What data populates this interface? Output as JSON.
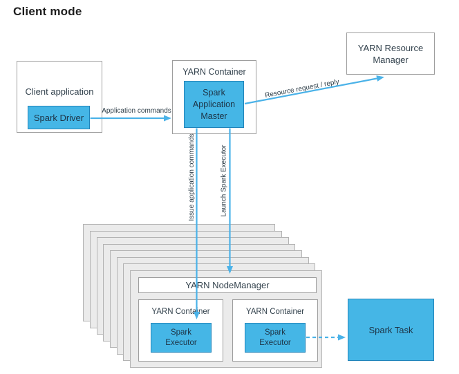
{
  "title": "Client mode",
  "client_app": {
    "title": "Client application",
    "driver_label": "Spark Driver"
  },
  "top_container": {
    "title": "YARN Container",
    "master_label": "Spark Application Master"
  },
  "resource_manager": {
    "title": "YARN Resource Manager"
  },
  "arrow_labels": {
    "application_commands": "Application commands",
    "resource_request": "Resource request / reply",
    "issue_commands": "Issue application commands",
    "launch_executor": "Launch Spark Executor"
  },
  "node_stack": {
    "node_manager_label": "YARN NodeManager",
    "stacked_sheet_count": 8,
    "containers": [
      {
        "title": "YARN Container",
        "executor_label": "Spark Executor"
      },
      {
        "title": "YARN Container",
        "executor_label": "Spark Executor"
      }
    ]
  },
  "spark_task": {
    "label": "Spark Task"
  },
  "colors": {
    "accent_blue_fill": "#45b6e6",
    "accent_blue_border": "#2083b9",
    "arrow_blue": "#4ab2e8",
    "box_border_gray": "#9e9e9e",
    "sheet_fill": "#ebebeb",
    "sheet_border": "#b3b3b3",
    "text_dark": "#2e3e49",
    "title_color": "#1d1d1d"
  }
}
